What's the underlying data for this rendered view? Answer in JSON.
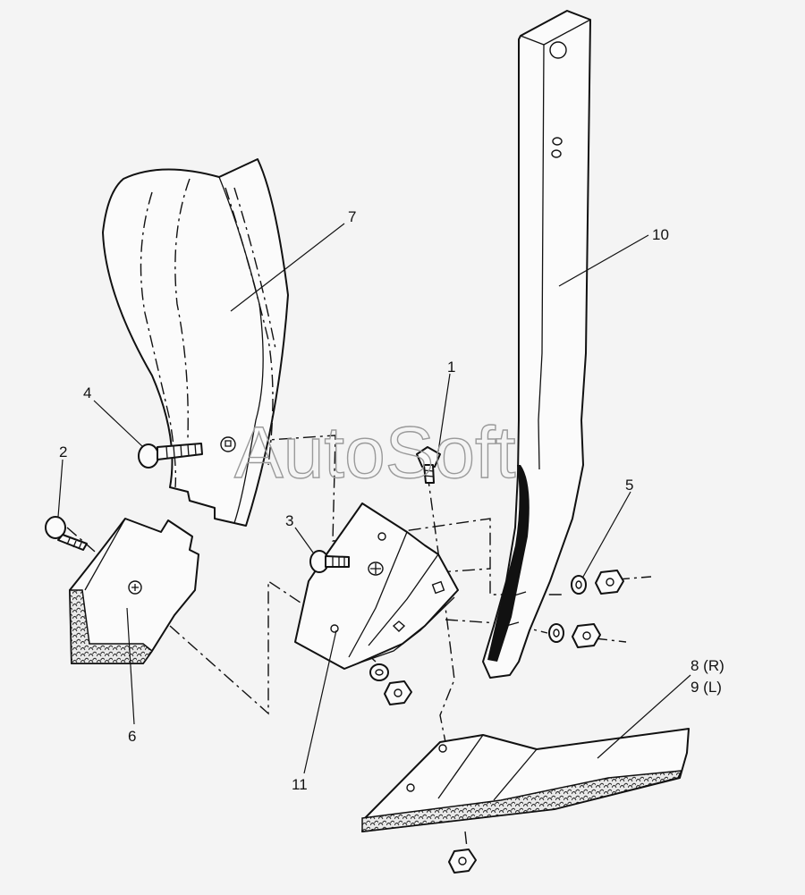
{
  "watermark": "AutoSoft",
  "callouts": {
    "c1": "1",
    "c2": "2",
    "c3": "3",
    "c4": "4",
    "c5": "5",
    "c6": "6",
    "c7": "7",
    "c8": "8 (R)",
    "c9": "9 (L)",
    "c10": "10",
    "c11": "11"
  },
  "colors": {
    "ink": "#111111",
    "paper": "#f4f4f4",
    "watermark": "#9a9a9a"
  }
}
